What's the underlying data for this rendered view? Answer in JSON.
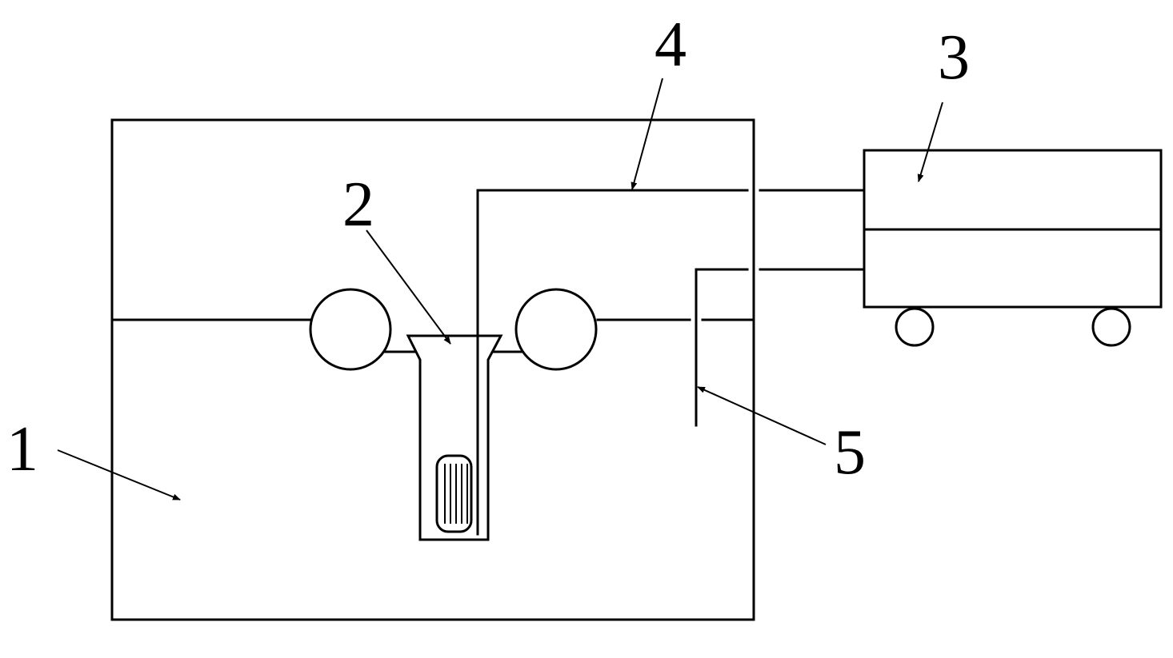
{
  "labels": {
    "one": "1",
    "two": "2",
    "three": "3",
    "four": "4",
    "five": "5"
  },
  "colors": {
    "ink": "#000000",
    "paper": "#ffffff"
  }
}
